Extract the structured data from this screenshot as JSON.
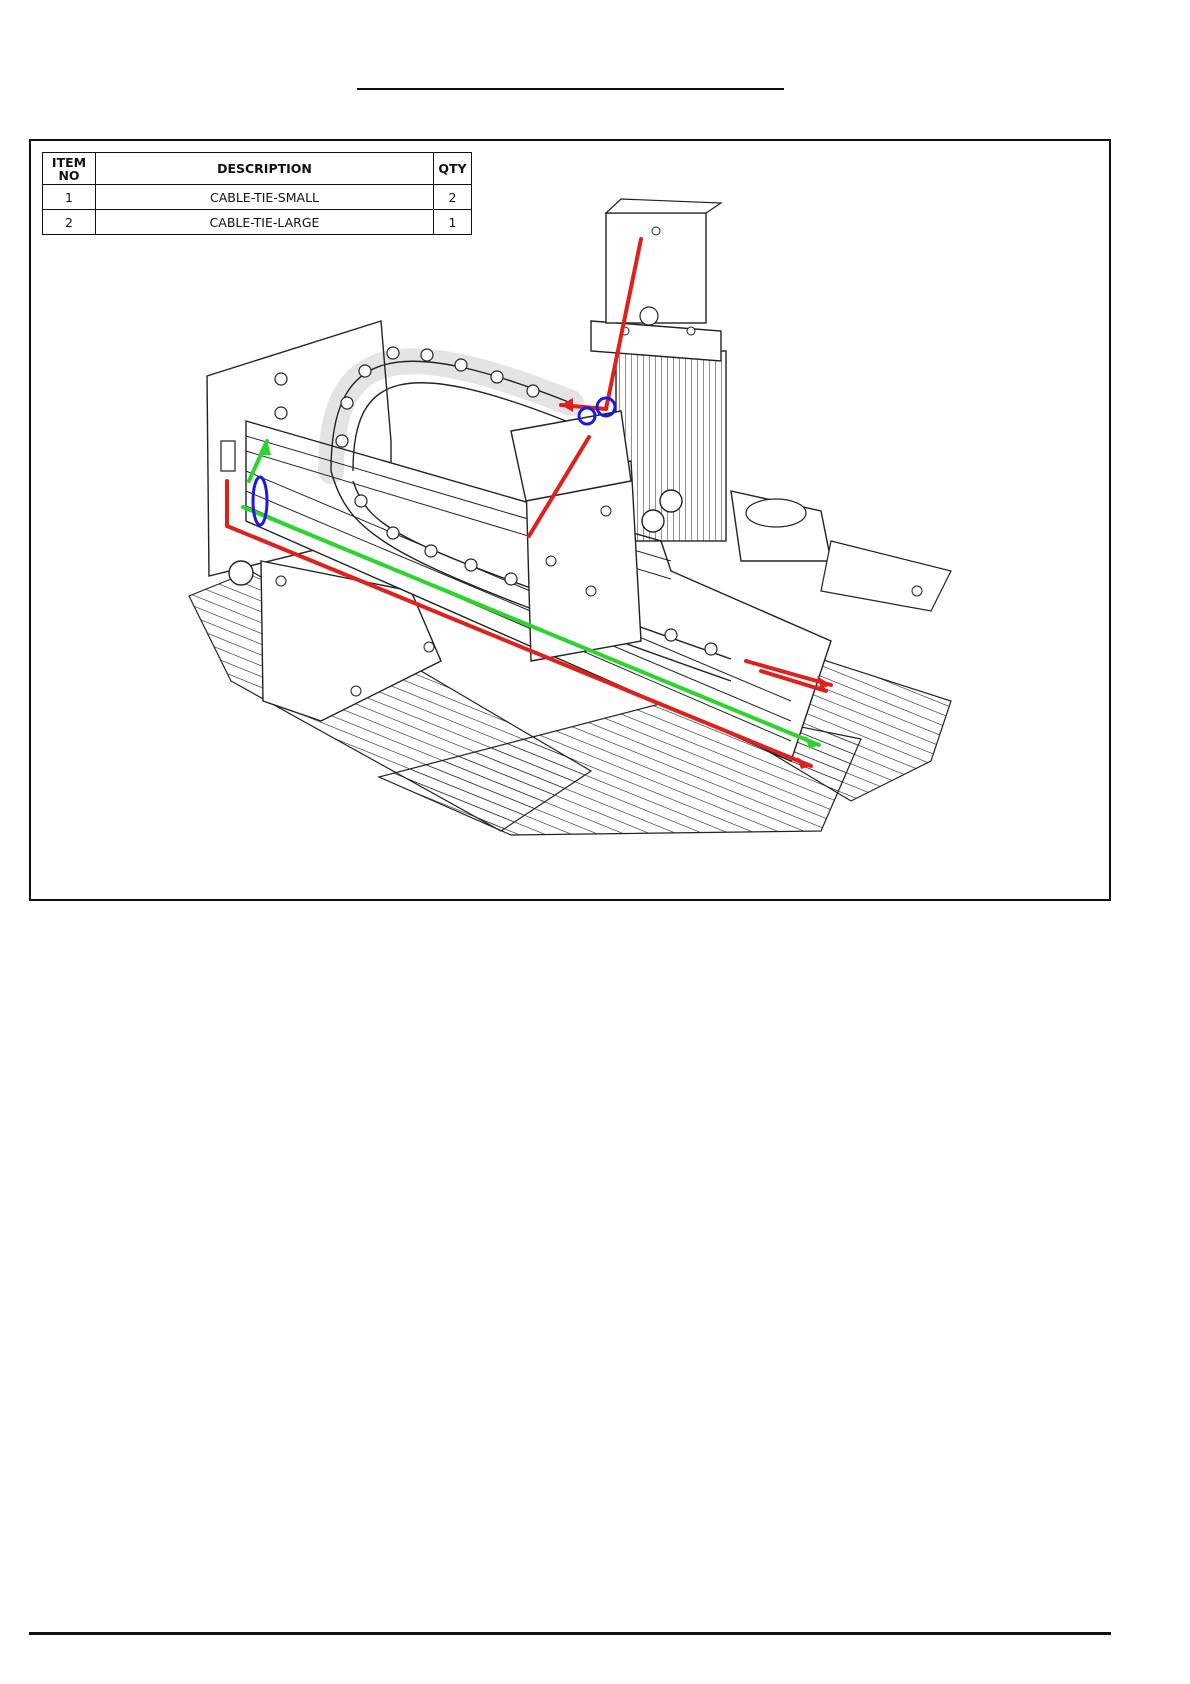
{
  "bom": {
    "headers": {
      "item_no": "ITEM NO",
      "description": "DESCRIPTION",
      "qty": "QTY"
    },
    "rows": [
      {
        "item": "1",
        "description": "CABLE-TIE-SMALL",
        "qty": "2"
      },
      {
        "item": "2",
        "description": "CABLE-TIE-LARGE",
        "qty": "1"
      }
    ]
  },
  "drawing": {
    "colors": {
      "red_route": "#e0201b",
      "green_route": "#2bd52b",
      "blue_marker": "#1a1ae0"
    },
    "icon": "cnc-router-gantry-cable-routing-illustration"
  }
}
